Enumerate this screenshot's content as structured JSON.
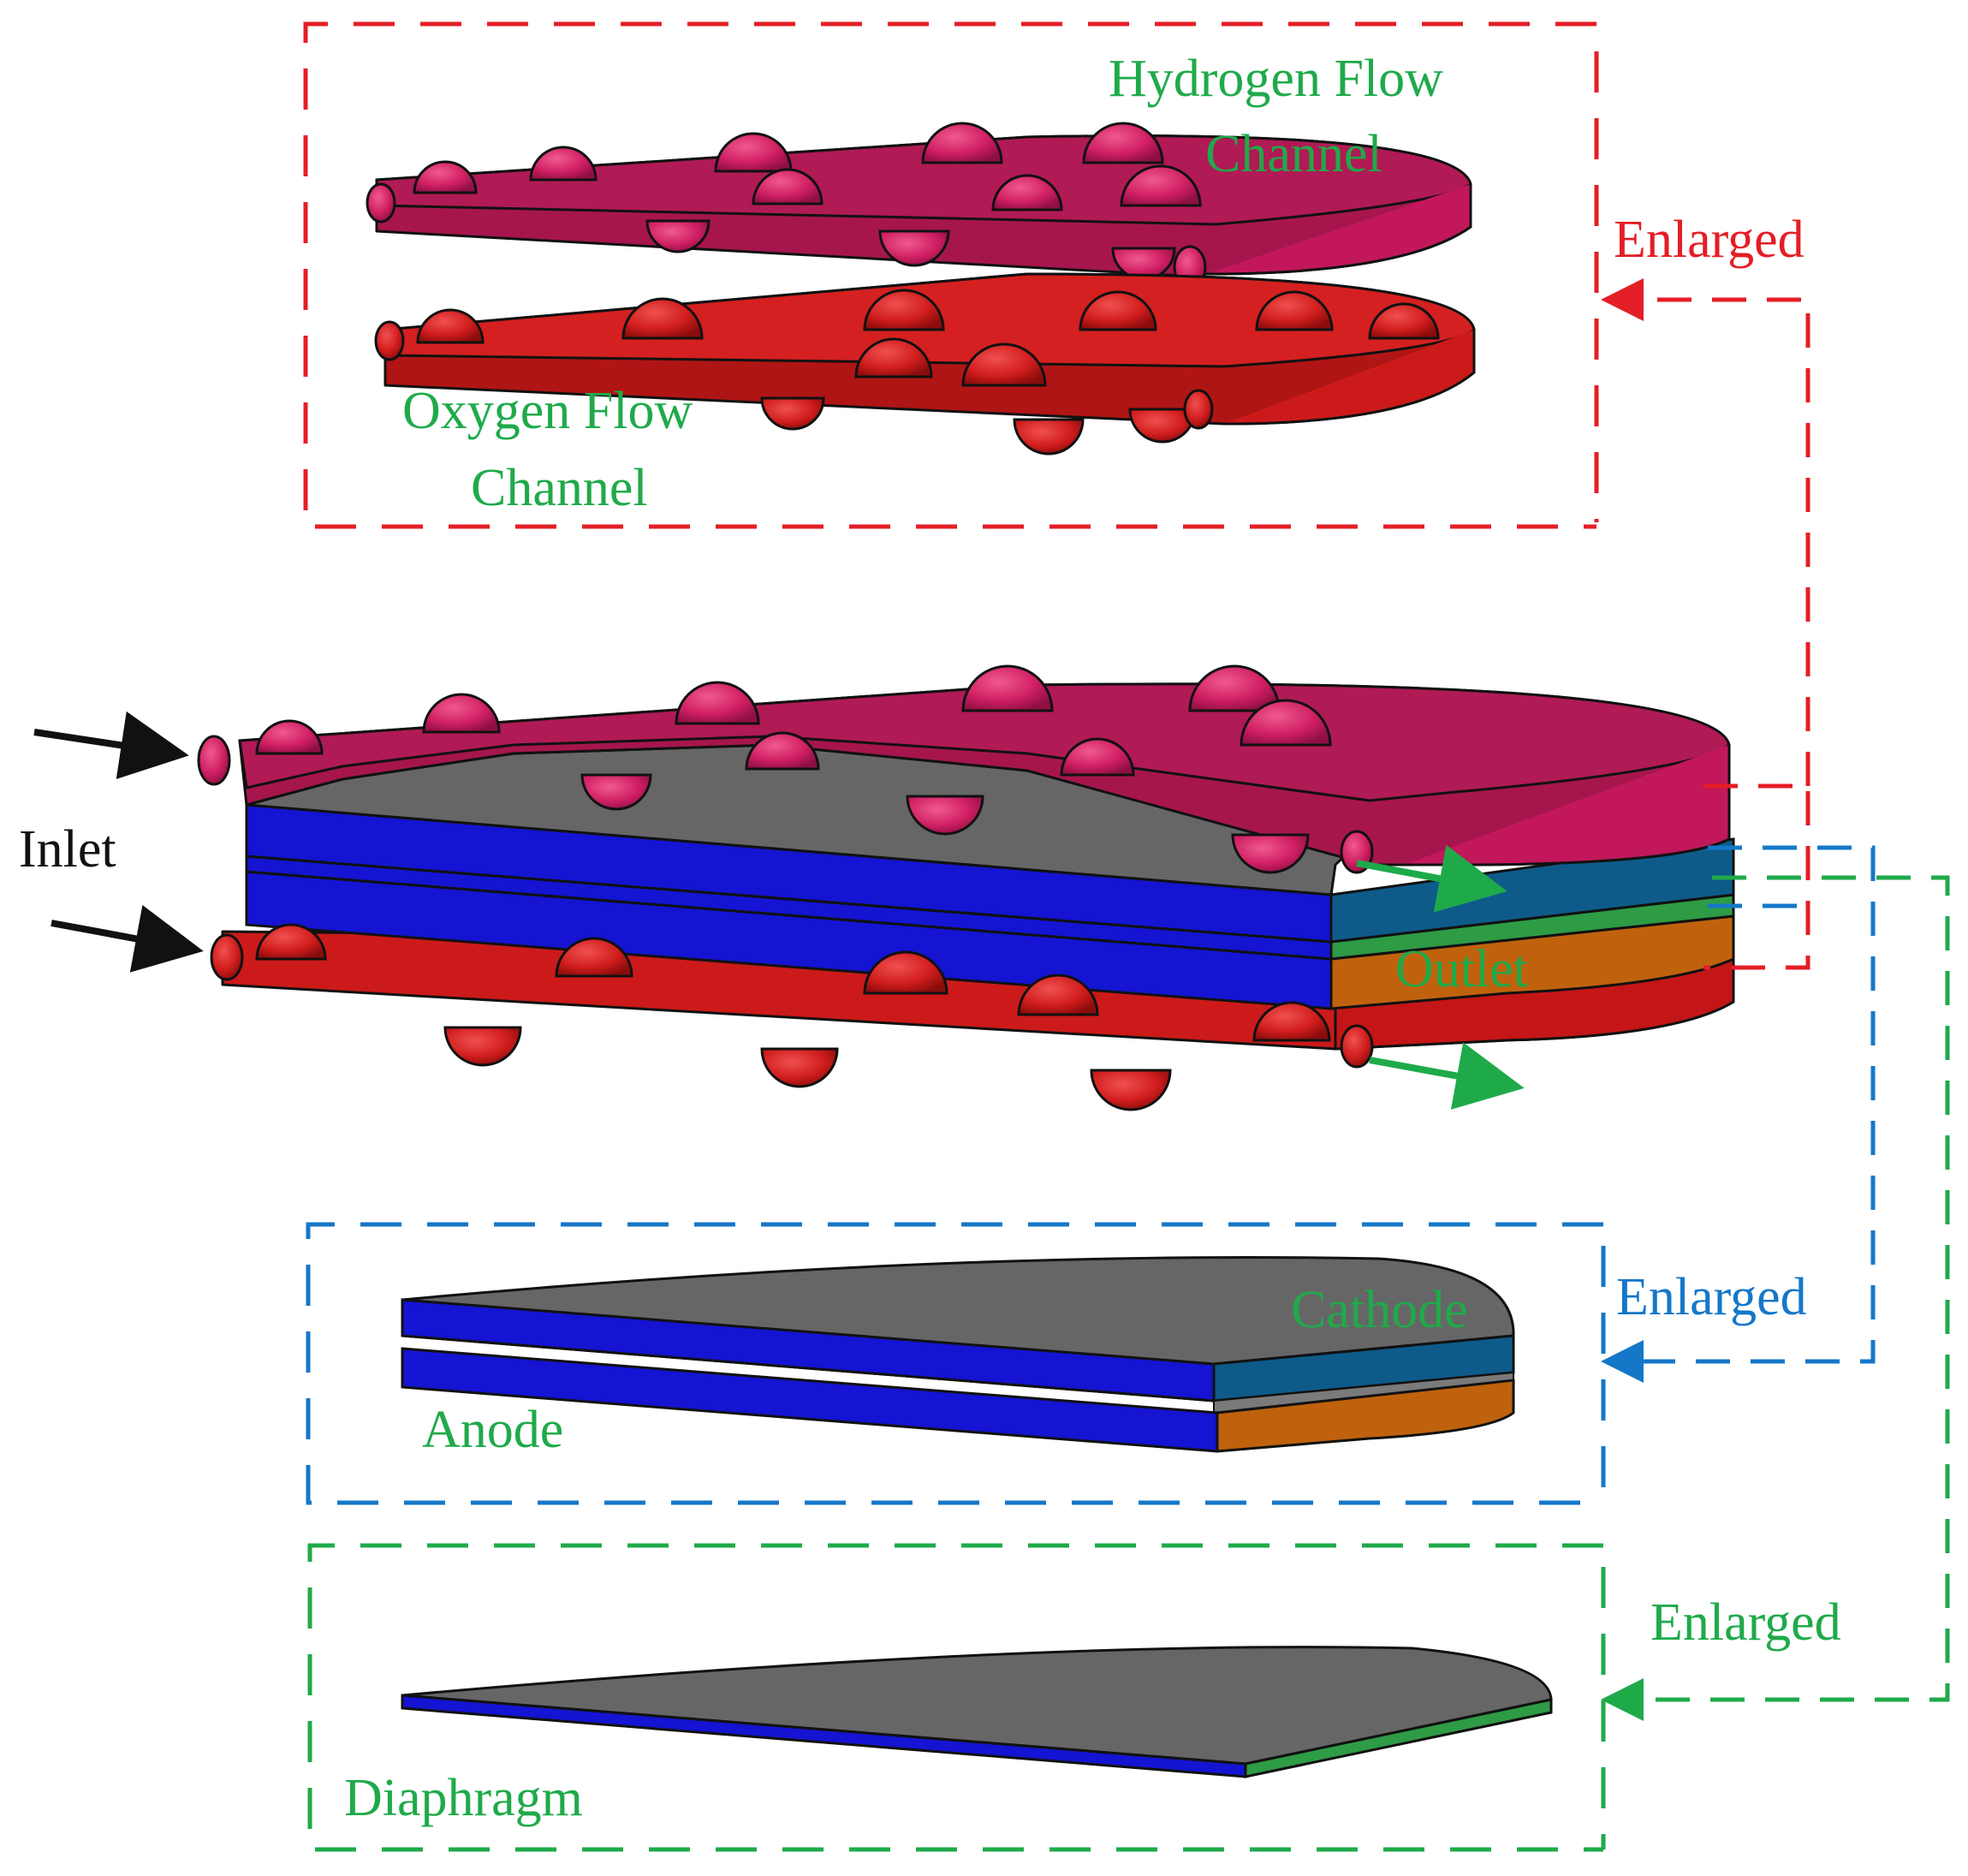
{
  "labels": {
    "hydrogen_line1": "Hydrogen Flow",
    "hydrogen_line2": "Channel",
    "oxygen_line1": "Oxygen Flow",
    "oxygen_line2": "Channel",
    "enlarged_top": "Enlarged",
    "enlarged_mid": "Enlarged",
    "enlarged_bottom": "Enlarged",
    "inlet": "Inlet",
    "outlet": "Outlet",
    "cathode": "Cathode",
    "anode": "Anode",
    "diaphragm": "Diaphragm"
  },
  "colors": {
    "hydrogen_channel": "#c2185b",
    "oxygen_channel": "#cc1a1a",
    "electrode_blue": "#1414d2",
    "electrode_face": "#666666",
    "cathode_edge": "#0e5b8a",
    "anode_edge": "#c0620d",
    "diaphragm_edge": "#2e9b45",
    "frame_red": "#e41e26",
    "frame_blue": "#1577c8",
    "frame_green": "#1faa4a",
    "flow_arrow_green": "#1faa4a",
    "inlet_arrow": "#111111"
  }
}
